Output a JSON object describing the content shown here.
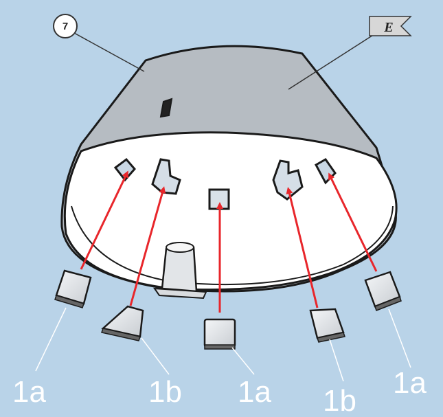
{
  "callout": {
    "number": "7"
  },
  "flag": {
    "letter": "E"
  },
  "parts": [
    {
      "label": "1a"
    },
    {
      "label": "1b"
    },
    {
      "label": "1a"
    },
    {
      "label": "1b"
    },
    {
      "label": "1a"
    }
  ],
  "colors": {
    "background": "#b9d3e8",
    "shade_body": "#b6bcc2",
    "arrow": "#e8262b",
    "label": "#ffffff",
    "outline": "#1a1a1a"
  }
}
